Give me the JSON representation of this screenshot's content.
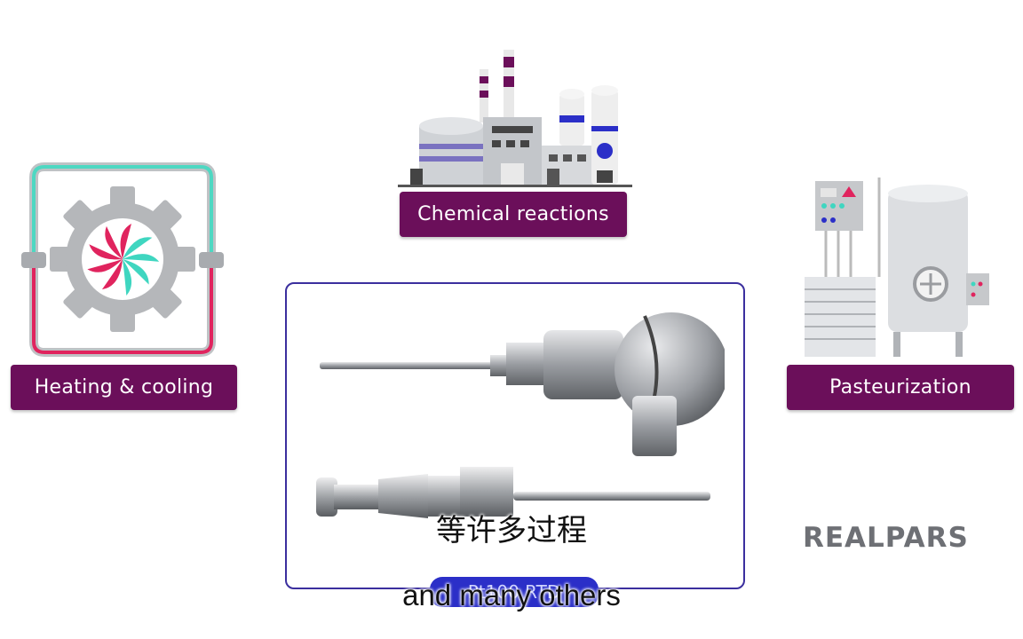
{
  "labels": {
    "heating": "Heating & cooling",
    "chemical": "Chemical reactions",
    "pasteurization": "Pasteurization"
  },
  "product": {
    "badge": "Pt100 RTD"
  },
  "subtitles": {
    "chinese": "等许多过程",
    "english": "and many others"
  },
  "brand": {
    "name": "REALPARS"
  },
  "colors": {
    "pill": "#6b0f5a",
    "frame": "#3b2f9e",
    "badge": "#2b2fc8",
    "teal": "#3fd6c0",
    "pink": "#e0245e",
    "gear": "#b5b7ba"
  }
}
